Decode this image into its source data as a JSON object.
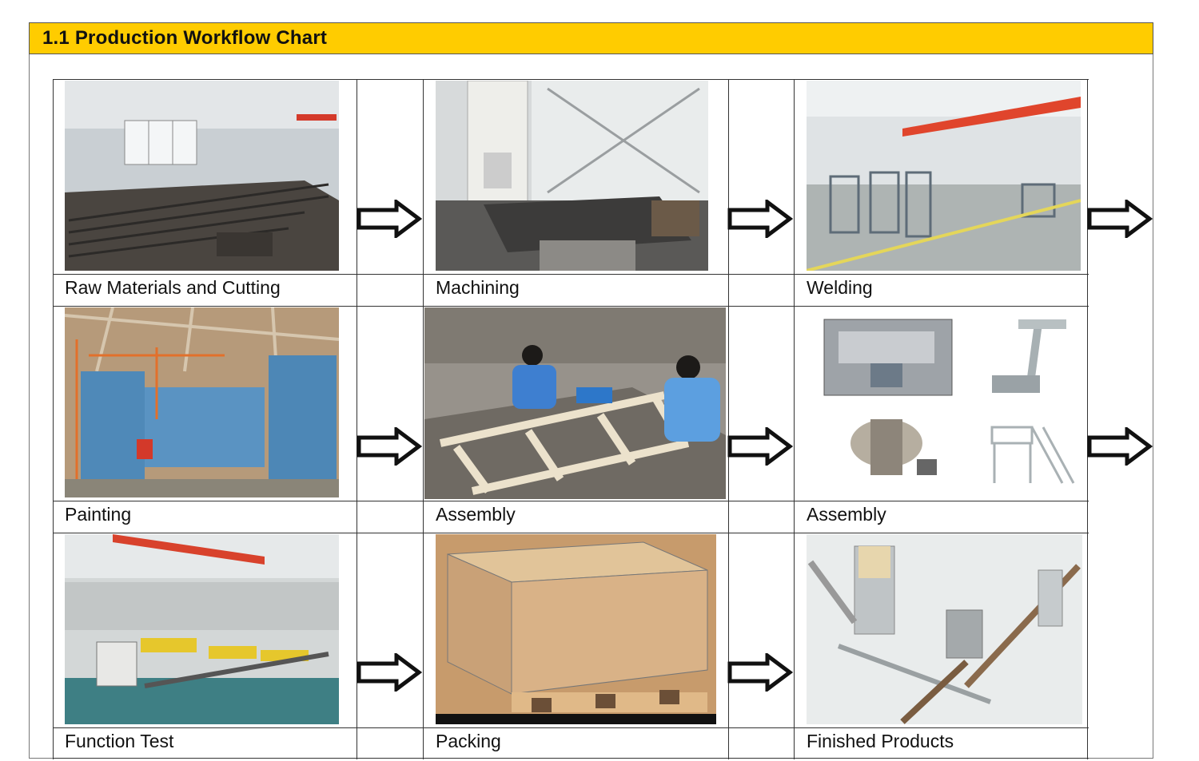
{
  "header": {
    "title": "1.1 Production Workflow Chart",
    "color": "#ffcc00"
  },
  "steps": [
    {
      "label": "Raw Materials and Cutting",
      "scene": "warehouse"
    },
    {
      "label": "Machining",
      "scene": "machining"
    },
    {
      "label": "Welding",
      "scene": "welding"
    },
    {
      "label": "Painting",
      "scene": "painting"
    },
    {
      "label": "Assembly",
      "scene": "assembly-workers"
    },
    {
      "label": "Assembly",
      "scene": "assembly-machines"
    },
    {
      "label": "Function Test",
      "scene": "function-test"
    },
    {
      "label": "Packing",
      "scene": "wooden-crate"
    },
    {
      "label": "Finished Products",
      "scene": "packaging-line"
    }
  ],
  "arrow_icon": "right-arrow-icon"
}
